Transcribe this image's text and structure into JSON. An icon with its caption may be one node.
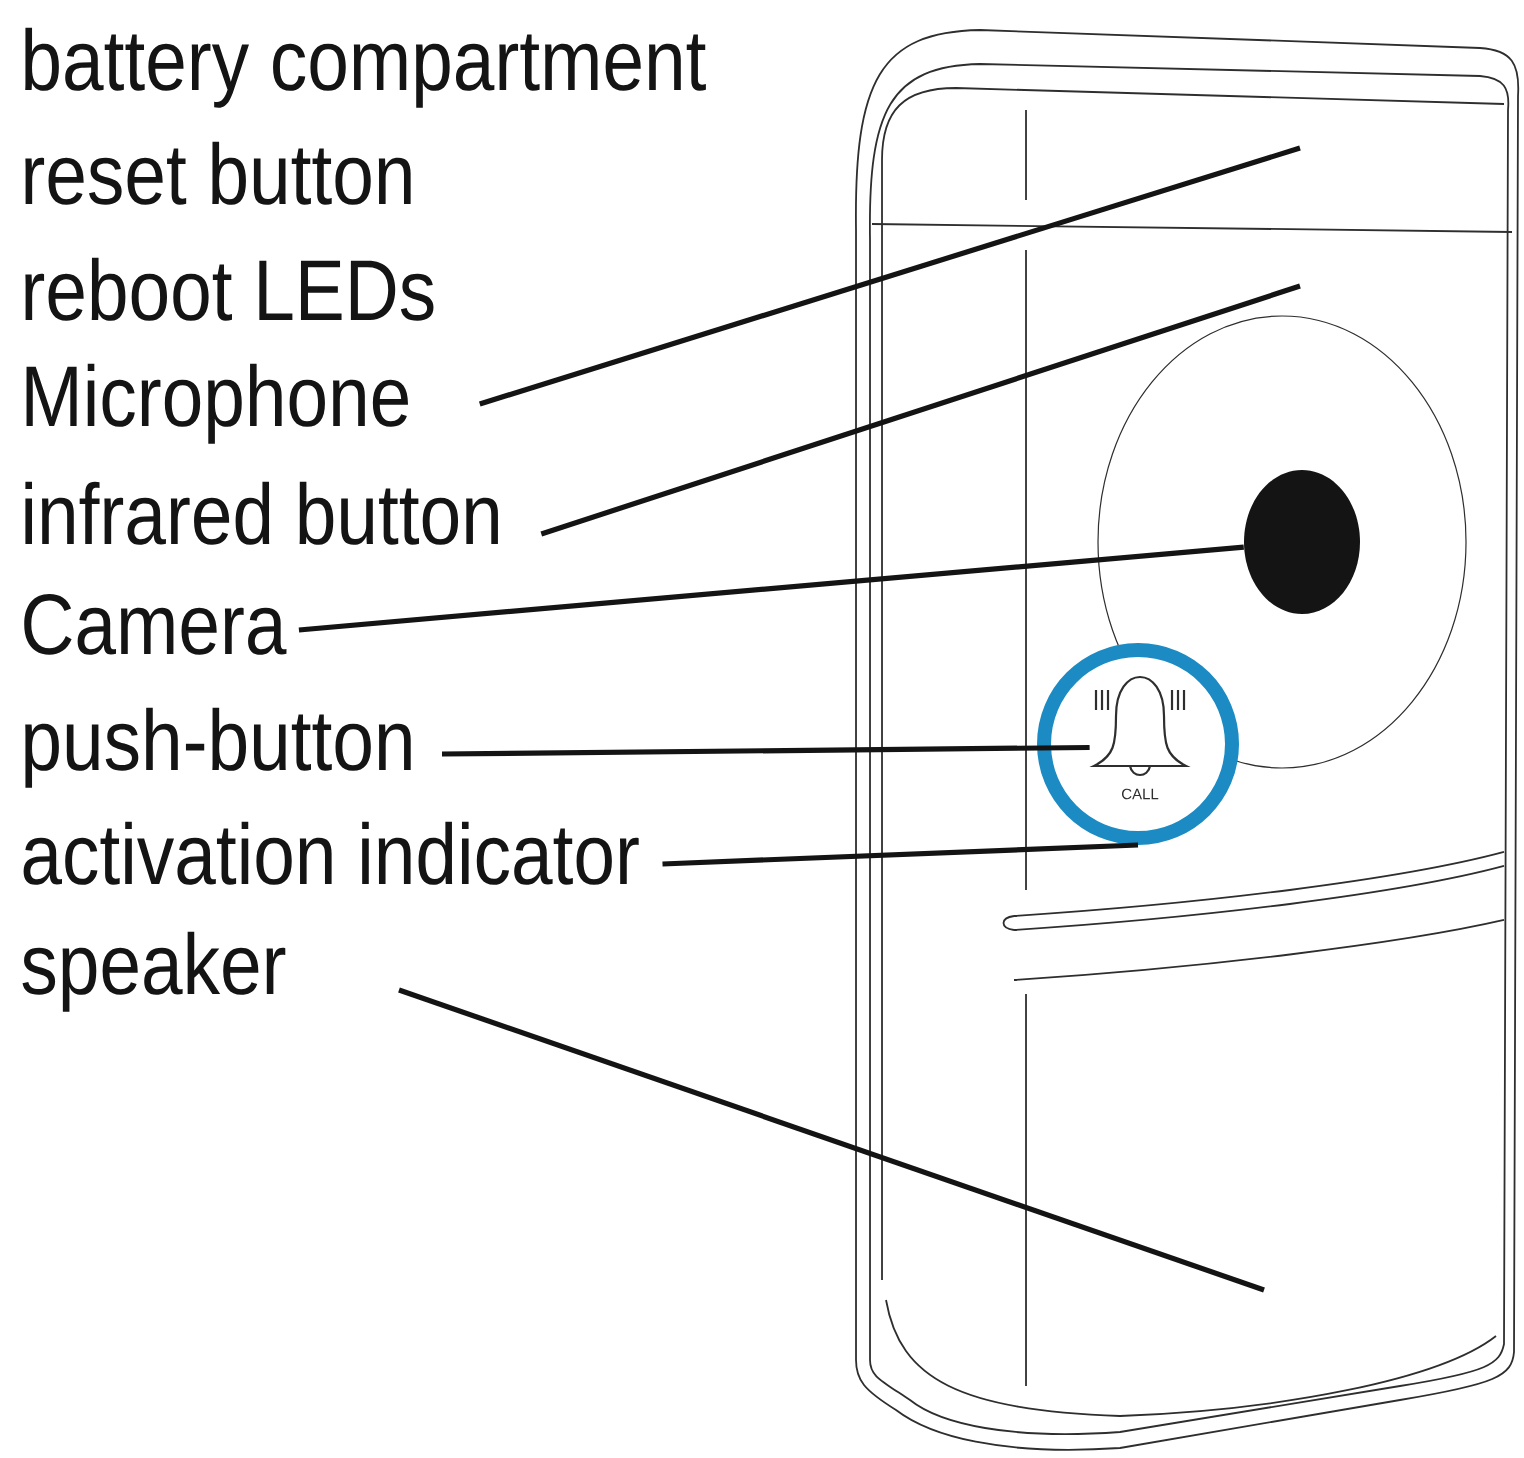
{
  "diagram": {
    "nodes": [
      {
        "text": [
          "Microphone"
        ]
      },
      {
        "text": [
          "infrared button"
        ]
      },
      {
        "text": [
          "Camera"
        ]
      },
      {
        "text": [
          "push-button"
        ]
      },
      {
        "text": [
          "activation indicator"
        ]
      },
      {
        "text": [
          "speaker"
        ]
      },
      {
        "text": [],
        "shape": "circle"
      },
      {
        "text": [],
        "shape": "circle"
      },
      {
        "text": [],
        "shape": "bell",
        "in": 7
      }
    ],
    "edges": [
      {
        "from": 0,
        "to": null,
        "arrow": "none"
      },
      {
        "from": 1,
        "to": null,
        "arrow": "none"
      },
      {
        "from": 2,
        "to": 6,
        "arrow": "none"
      },
      {
        "from": 3,
        "to": 8,
        "arrow": "none"
      },
      {
        "from": 4,
        "to": 7,
        "arrow": "none"
      },
      {
        "from": 5,
        "to": null,
        "arrow": "none"
      }
    ],
    "labels": [
      "battery compartment",
      "reset button",
      "reboot LEDs",
      "CALL"
    ]
  }
}
